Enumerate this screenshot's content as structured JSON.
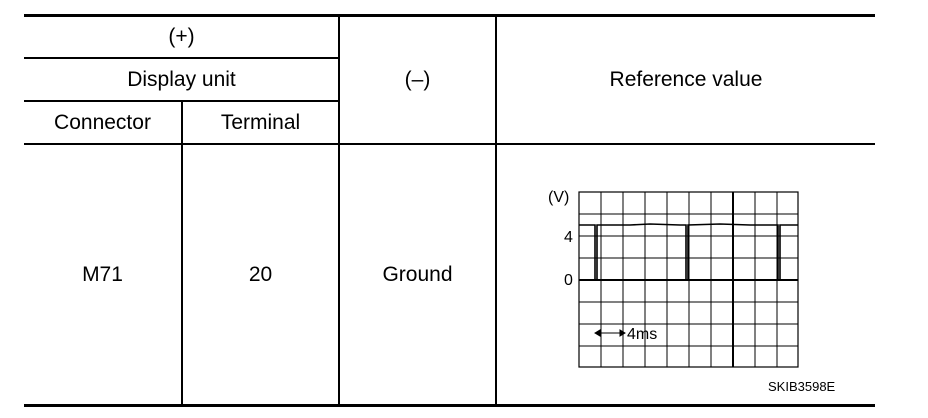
{
  "table": {
    "header": {
      "plus": "(+)",
      "display_unit": "Display unit",
      "connector": "Connector",
      "terminal": "Terminal",
      "minus": "(–)",
      "reference": "Reference value"
    },
    "row": {
      "connector": "M71",
      "terminal": "20",
      "minus": "Ground"
    }
  },
  "waveform": {
    "axis_unit": "(V)",
    "level_high": "4",
    "level_low": "0",
    "time_div": "4ms",
    "image_code": "SKIB3598E"
  }
}
